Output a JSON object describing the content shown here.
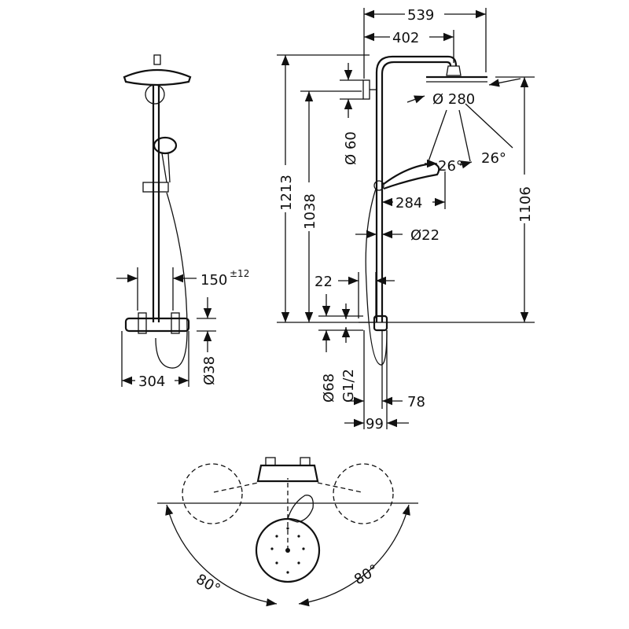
{
  "dimensions": {
    "width_539": "539",
    "width_402": "402",
    "height_1213": "1213",
    "height_1038": "1038",
    "height_1106": "1106",
    "diam_60": "Ø 60",
    "diam_280": "Ø 280",
    "angle_26_a": "26°",
    "angle_26_b": "26°",
    "len_284": "284",
    "diam_22": "Ø22",
    "len_22": "22",
    "len_150": "150",
    "tol_150": "±12",
    "len_304": "304",
    "diam_38": "Ø38",
    "diam_68": "Ø68",
    "thread_g12": "G1/2",
    "len_78": "78",
    "len_99": "99",
    "swivel_left": "80°",
    "swivel_right": "80°"
  },
  "colors": {
    "line": "#111111",
    "background": "#ffffff"
  }
}
